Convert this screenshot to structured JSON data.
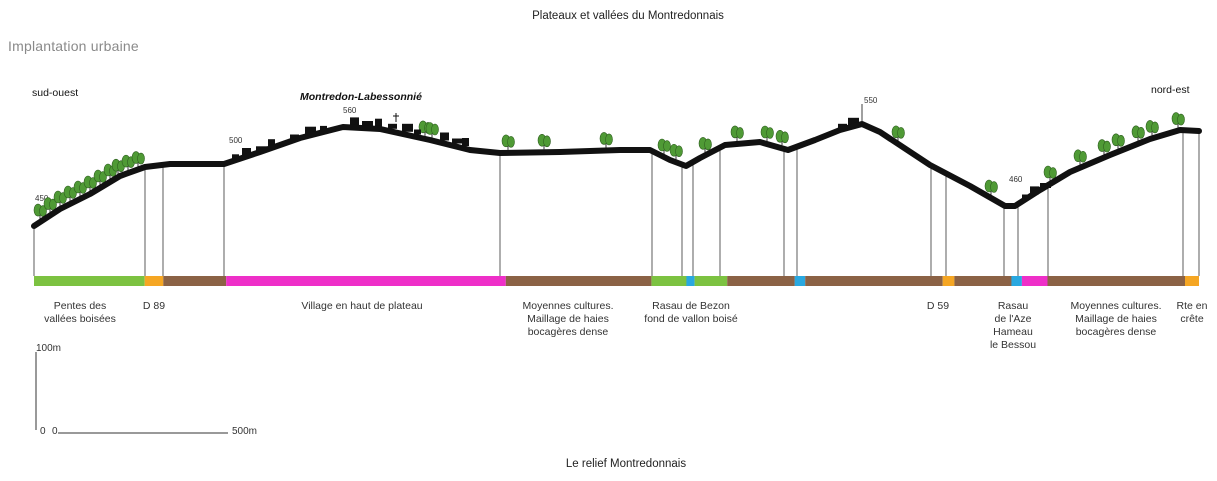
{
  "title": "Plateaux et vallées du Montredonnais",
  "subtitle": "Implantation urbaine",
  "caption": "Le relief Montredonnais",
  "ends": {
    "left": "sud-ouest",
    "right": "nord-est"
  },
  "village_name": "Montredon-Labessonnié",
  "elevations": {
    "e1": "450",
    "e2": "500",
    "e3": "560",
    "e4": "550",
    "e5": "460"
  },
  "zone_labels": {
    "pentes": [
      "Pentes des",
      "vallées boisées"
    ],
    "d89": [
      "D 89"
    ],
    "village": [
      "Village en haut de plateau"
    ],
    "moyennes1": [
      "Moyennes cultures.",
      "Maillage de haies",
      "bocagères dense"
    ],
    "bezon": [
      "Rasau de Bezon",
      "fond de vallon boisé"
    ],
    "d59": [
      "D 59"
    ],
    "aze": [
      "Rasau",
      "de l'Aze",
      "Hameau",
      "le Bessou"
    ],
    "moyennes2": [
      "Moyennes cultures.",
      "Maillage de haies",
      "bocagères dense"
    ],
    "rte": [
      "Rte en",
      "crête"
    ]
  },
  "scale": {
    "vertical": "100m",
    "origin_y": "0",
    "origin_x": "0",
    "horizontal": "500m"
  },
  "colors": {
    "slopes_green": "#7cc241",
    "road_orange": "#f5a623",
    "field_brown": "#8b6245",
    "village_magenta": "#ee2fc8",
    "stream_blue": "#29a8e0",
    "profile": "#111111",
    "tree": "#4f9a35"
  },
  "ground_band": [
    {
      "color": "slopes_green",
      "from": 0,
      "to": 0.095
    },
    {
      "color": "road_orange",
      "from": 0.095,
      "to": 0.111
    },
    {
      "color": "field_brown",
      "from": 0.111,
      "to": 0.165
    },
    {
      "color": "village_magenta",
      "from": 0.165,
      "to": 0.405
    },
    {
      "color": "field_brown",
      "from": 0.405,
      "to": 0.53
    },
    {
      "color": "slopes_green",
      "from": 0.53,
      "to": 0.56
    },
    {
      "color": "stream_blue",
      "from": 0.56,
      "to": 0.567
    },
    {
      "color": "slopes_green",
      "from": 0.567,
      "to": 0.595
    },
    {
      "color": "field_brown",
      "from": 0.595,
      "to": 0.653
    },
    {
      "color": "stream_blue",
      "from": 0.653,
      "to": 0.662
    },
    {
      "color": "field_brown",
      "from": 0.662,
      "to": 0.78
    },
    {
      "color": "road_orange",
      "from": 0.78,
      "to": 0.79
    },
    {
      "color": "field_brown",
      "from": 0.79,
      "to": 0.839
    },
    {
      "color": "stream_blue",
      "from": 0.839,
      "to": 0.848
    },
    {
      "color": "village_magenta",
      "from": 0.848,
      "to": 0.87
    },
    {
      "color": "field_brown",
      "from": 0.87,
      "to": 0.988
    },
    {
      "color": "road_orange",
      "from": 0.988,
      "to": 1.0
    }
  ]
}
